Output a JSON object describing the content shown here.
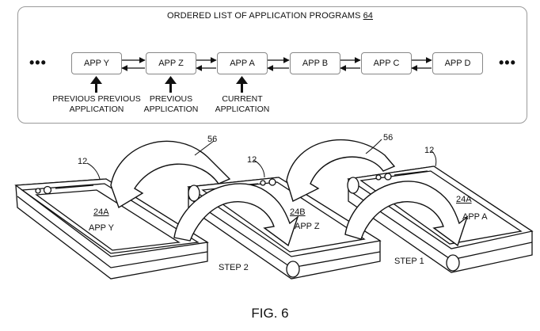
{
  "panel": {
    "title": "ORDERED LIST OF APPLICATION PROGRAMS",
    "title_ref": "64",
    "apps": [
      "APP Y",
      "APP Z",
      "APP A",
      "APP B",
      "APP C",
      "APP D"
    ],
    "ellipsis_left": "•••",
    "ellipsis_right": "•••",
    "pointers": {
      "prev_prev": [
        "PREVIOUS PREVIOUS",
        "APPLICATION"
      ],
      "prev": [
        "PREVIOUS",
        "APPLICATION"
      ],
      "current": [
        "CURRENT",
        "APPLICATION"
      ]
    }
  },
  "devices": [
    {
      "ref": "12",
      "screen_ref": "24A",
      "app": "APP Y"
    },
    {
      "ref": "12",
      "screen_ref": "24B",
      "app": "APP Z"
    },
    {
      "ref": "12",
      "screen_ref": "24A",
      "app": "APP A"
    }
  ],
  "gesture_refs": [
    "56",
    "56"
  ],
  "steps": [
    "STEP 2",
    "STEP 1"
  ],
  "figure_label": "FIG. 6"
}
